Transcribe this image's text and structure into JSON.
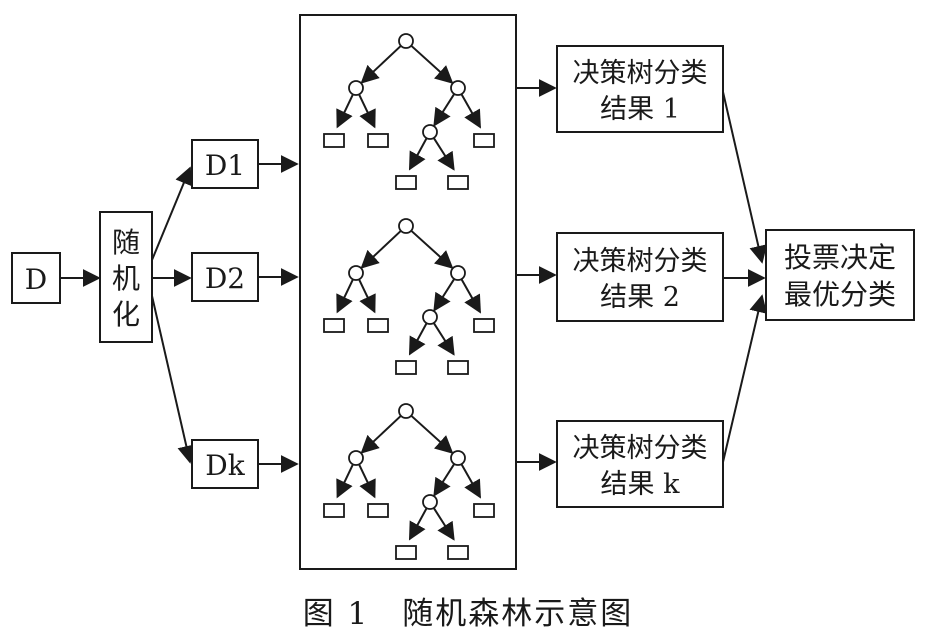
{
  "input_label": "D",
  "randomize_label": [
    "随",
    "机",
    "化"
  ],
  "subsets": [
    "D1",
    "D2",
    "Dk"
  ],
  "results": [
    [
      "决策树分类",
      "结果 1"
    ],
    [
      "决策树分类",
      "结果 2"
    ],
    [
      "决策树分类",
      "结果 k"
    ]
  ],
  "vote_label": [
    "投票决定",
    "最优分类"
  ],
  "caption": "图 1　随机森林示意图"
}
